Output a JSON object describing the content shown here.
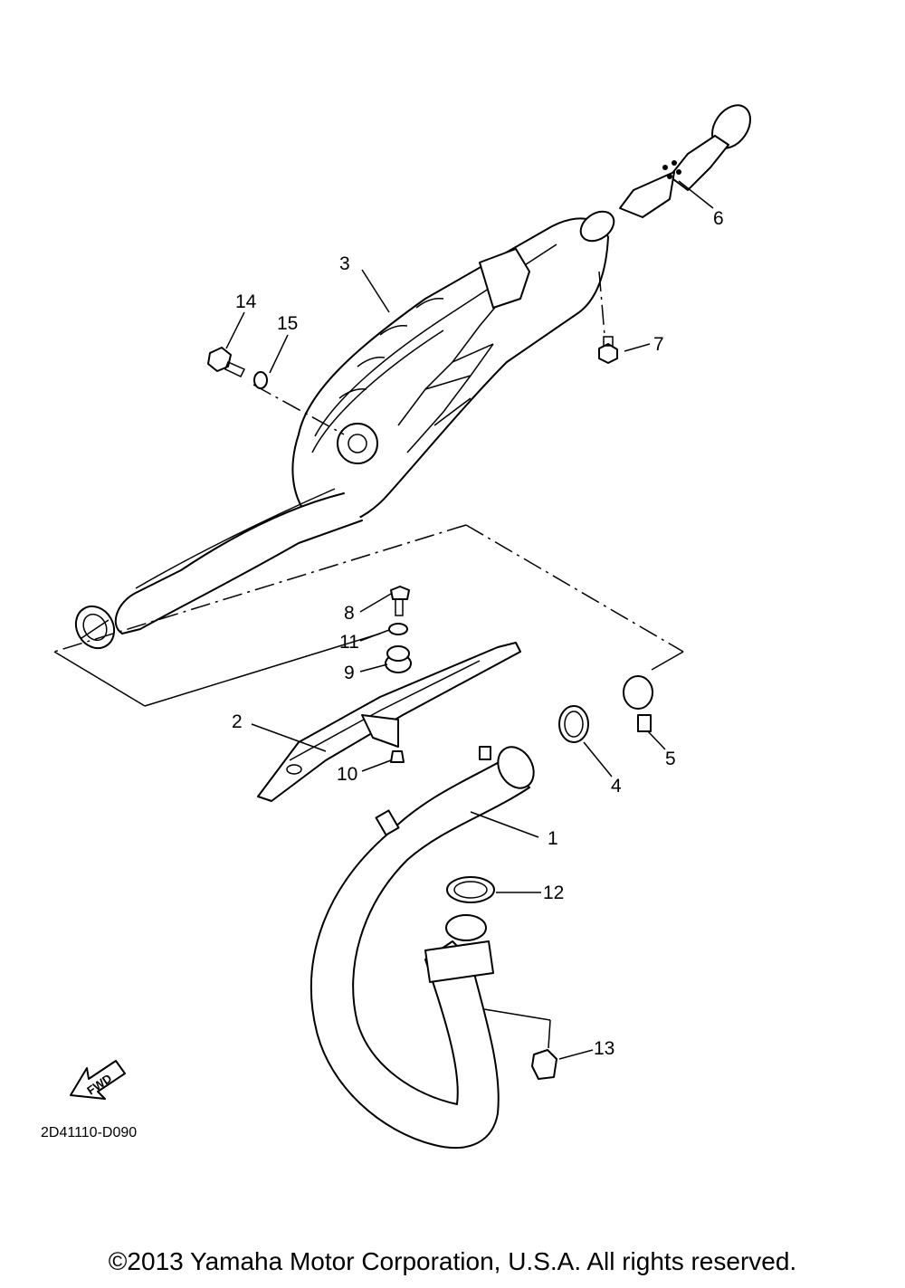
{
  "callouts": [
    "1",
    "2",
    "3",
    "4",
    "5",
    "6",
    "7",
    "8",
    "9",
    "10",
    "11",
    "12",
    "13",
    "14",
    "15"
  ],
  "diagram_code": "2D41110-D090",
  "fwd_label": "FWD",
  "copyright": "©2013 Yamaha Motor Corporation, U.S.A. All rights reserved."
}
